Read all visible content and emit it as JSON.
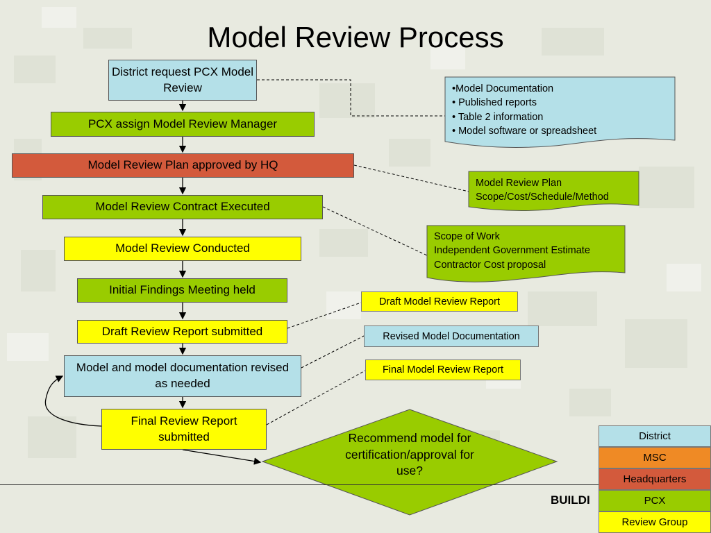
{
  "title": "Model Review Process",
  "steps": [
    {
      "text": "District request PCX Model Review",
      "color": "#b4e0e8"
    },
    {
      "text": "PCX assign Model Review Manager",
      "color": "#99cc00"
    },
    {
      "text": "Model Review Plan approved by HQ",
      "color": "#d35a3c"
    },
    {
      "text": "Model Review Contract Executed",
      "color": "#99cc00"
    },
    {
      "text": "Model Review Conducted",
      "color": "#ffff00"
    },
    {
      "text": "Initial Findings Meeting held",
      "color": "#99cc00"
    },
    {
      "text": "Draft Review Report submitted",
      "color": "#ffff00"
    },
    {
      "text": "Model and model documentation revised as needed",
      "color": "#b4e0e8"
    },
    {
      "text": "Final Review Report submitted",
      "color": "#ffff00"
    }
  ],
  "decision": "Recommend model for certification/approval for use?",
  "documents": [
    {
      "lines": [
        "•Model Documentation",
        "• Published reports",
        "• Table 2 information",
        "• Model software or spreadsheet"
      ],
      "color": "#b4e0e8"
    },
    {
      "lines": [
        "Model Review Plan",
        "Scope/Cost/Schedule/Method"
      ],
      "color": "#99cc00"
    },
    {
      "lines": [
        "Scope of Work",
        "Independent Government Estimate",
        "Contractor Cost proposal"
      ],
      "color": "#99cc00"
    }
  ],
  "notes": [
    {
      "text": "Draft Model Review Report",
      "color": "#ffff00"
    },
    {
      "text": "Revised Model Documentation",
      "color": "#b4e0e8"
    },
    {
      "text": "Final Model Review Report",
      "color": "#ffff00"
    }
  ],
  "legend": [
    {
      "label": "District",
      "color": "#b4e0e8"
    },
    {
      "label": "MSC",
      "color": "#ef8a25"
    },
    {
      "label": "Headquarters",
      "color": "#d35a3c"
    },
    {
      "label": "PCX",
      "color": "#99cc00"
    },
    {
      "label": "Review Group",
      "color": "#ffff00"
    }
  ],
  "footer_text": "BUILDI"
}
